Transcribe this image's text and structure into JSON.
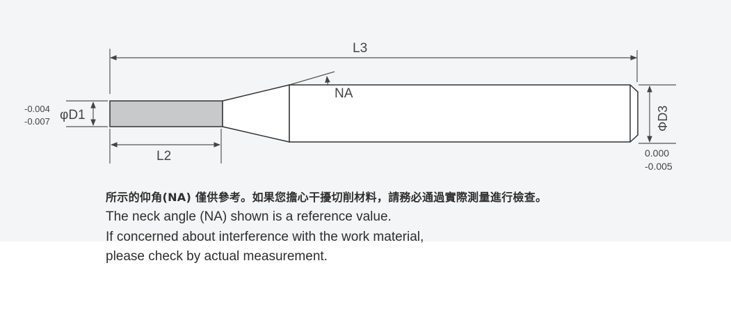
{
  "dimensions": {
    "l3": "L3",
    "l2": "L2",
    "na": "NA",
    "d1": "φD1",
    "d1_tolerance_upper": "-0.004",
    "d1_tolerance_lower": "-0.007",
    "d3": "ΦD3",
    "d3_tolerance_upper": "0.000",
    "d3_tolerance_lower": "-0.005"
  },
  "colors": {
    "line": "#333333",
    "neck_fill": "#c8c9cb",
    "background": "#f4f5f6"
  },
  "notes": [
    "所示的仰角(NA) 僅供參考。如果您擔心干擾切削材料，請務必通過實際測量進行檢查。",
    "The neck angle (NA) shown is a reference value.",
    "If concerned about interference with the work material,",
    "please check by actual measurement."
  ]
}
